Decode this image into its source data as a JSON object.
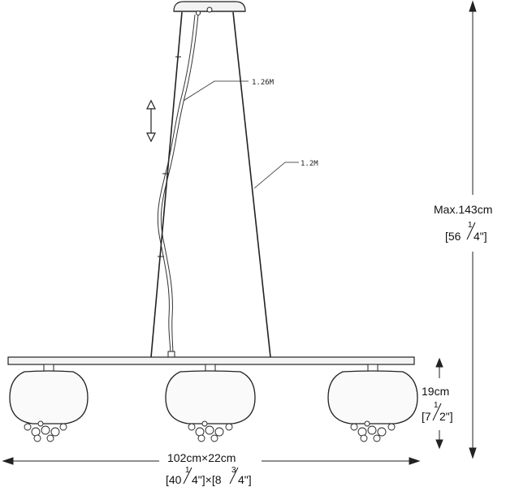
{
  "annotations": {
    "cable_length": "1.26M",
    "wire_length": "1.2M"
  },
  "dimensions": {
    "max_height": {
      "label": "Max.143cm",
      "fraction_num": "1",
      "inch_whole": "[56",
      "inch_den": "4\"]"
    },
    "shade_height": {
      "label": "19cm",
      "fraction_num": "1",
      "inch_whole": "[7",
      "inch_den": "2\"]"
    },
    "overall_width": {
      "label": "102cm×22cm",
      "w_inch_whole": "[40",
      "w_num": "1",
      "w_den": "4\"]×[8",
      "d_num": "3",
      "d_den": "4\"]"
    }
  }
}
